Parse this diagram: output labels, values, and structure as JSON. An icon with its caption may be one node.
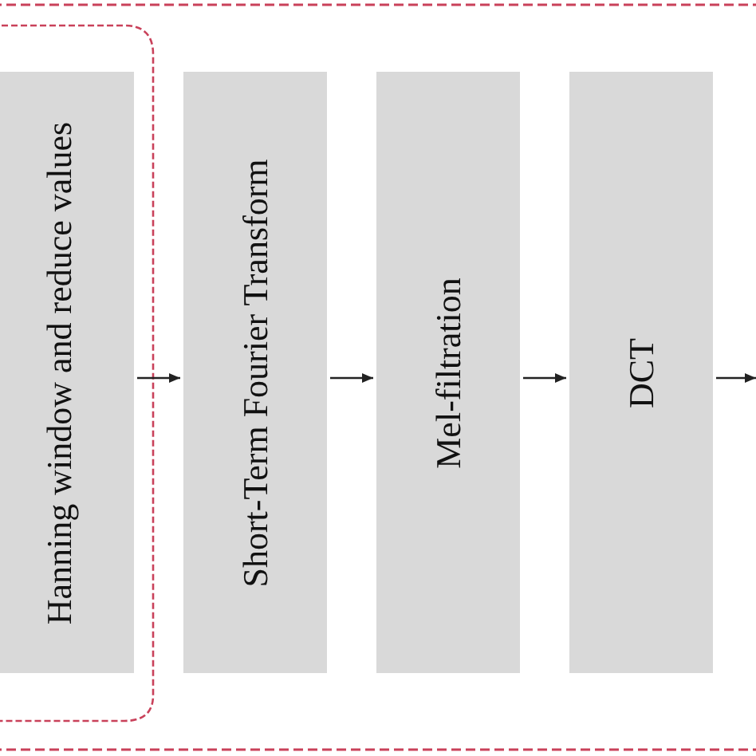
{
  "diagram": {
    "nodes": [
      {
        "text": [
          "Hanning window and reduce values"
        ]
      },
      {
        "text": [
          "Short-Term Fourier Transform"
        ]
      },
      {
        "text": [
          "Mel-filtration"
        ]
      },
      {
        "text": [
          "DCT"
        ]
      }
    ],
    "edges": [
      {
        "from": 0,
        "to": 1,
        "arrow": "to"
      },
      {
        "from": 1,
        "to": 2,
        "arrow": "to"
      },
      {
        "from": 2,
        "to": 3,
        "arrow": "to"
      },
      {
        "from": 3,
        "to": null,
        "arrow": "to"
      }
    ]
  }
}
